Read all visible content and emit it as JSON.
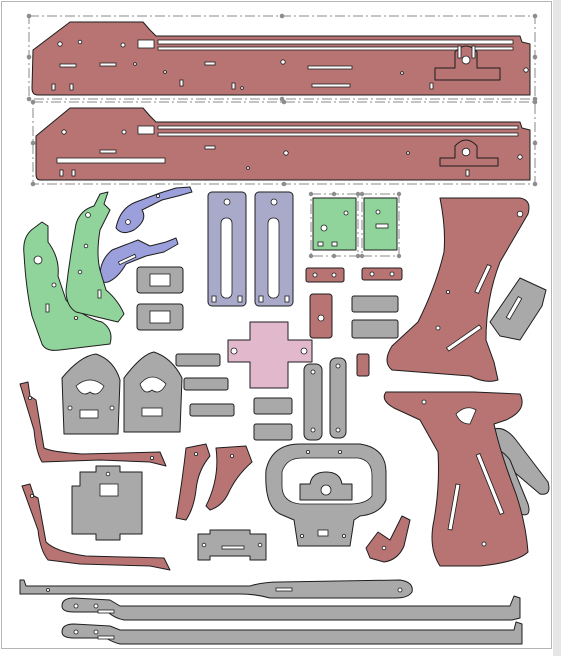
{
  "palette": {
    "red": "#b87373",
    "green": "#90d39b",
    "blue": "#9b9fdc",
    "slate": "#a9a9c9",
    "pink": "#e2b8cd",
    "gray": "#a9a9a9",
    "outline": "#1e1e1e",
    "selection": "#8a8a8a"
  },
  "parts": [
    {
      "id": "side-plate-top",
      "color": "red",
      "selected": true
    },
    {
      "id": "side-plate-bottom",
      "color": "red",
      "selected": true
    },
    {
      "id": "hook-blue-upper",
      "color": "blue"
    },
    {
      "id": "hook-blue-lower",
      "color": "blue"
    },
    {
      "id": "lever-green-left",
      "color": "green"
    },
    {
      "id": "lever-green-right",
      "color": "green"
    },
    {
      "id": "slotted-rail-left",
      "color": "slate"
    },
    {
      "id": "slotted-rail-right",
      "color": "slate"
    },
    {
      "id": "mount-green-left",
      "color": "green",
      "selected": true
    },
    {
      "id": "mount-green-right",
      "color": "green",
      "selected": true
    },
    {
      "id": "stock-upper",
      "color": "red"
    },
    {
      "id": "stock-lower",
      "color": "red"
    },
    {
      "id": "cross-plate",
      "color": "pink"
    },
    {
      "id": "trigger-frame",
      "color": "gray"
    },
    {
      "id": "loop-bracket",
      "color": "gray"
    },
    {
      "id": "long-bar-1",
      "color": "gray"
    },
    {
      "id": "long-bar-2",
      "color": "gray"
    },
    {
      "id": "long-bar-3",
      "color": "gray"
    }
  ]
}
